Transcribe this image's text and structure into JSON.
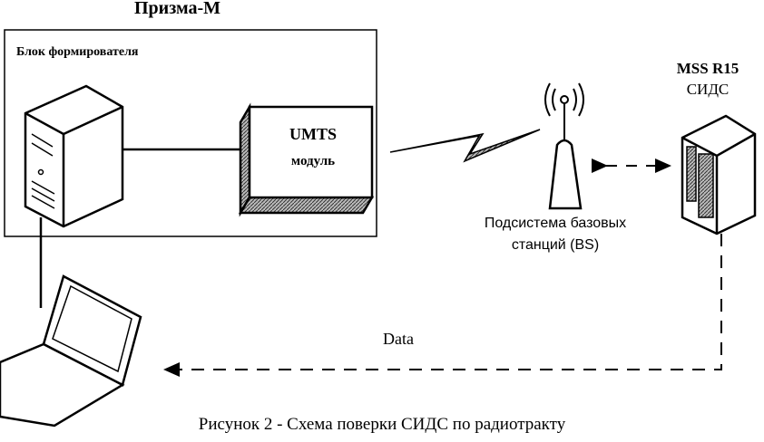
{
  "title": "Призма-М",
  "block_label": "Блок формирователя",
  "module": {
    "line1": "UMTS",
    "line2": "модуль"
  },
  "bs_label": {
    "line1": "Подсистема базовых",
    "line2": "станций (BS)"
  },
  "mss": {
    "line1": "MSS R15",
    "line2": "СИДС"
  },
  "data_label": "Data",
  "caption": "Рисунок 2 - Схема поверки СИДС по радиотракту"
}
